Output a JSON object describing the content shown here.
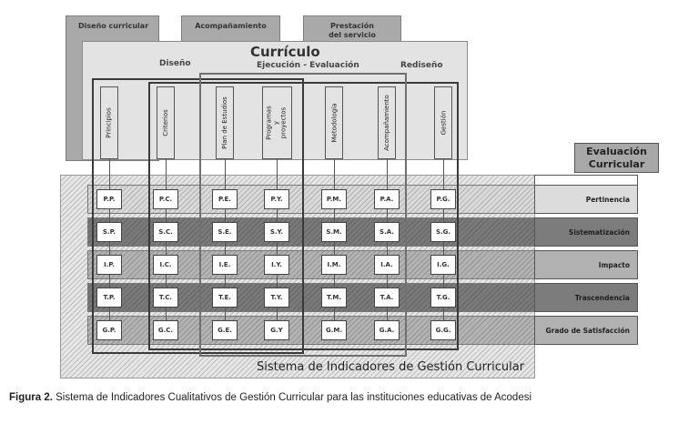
{
  "top_tabs": [
    {
      "label": "Diseño curricular"
    },
    {
      "label": "Acompañamiento"
    },
    {
      "label": "Prestación del servicio"
    }
  ],
  "curriculo": {
    "title": "Currículo",
    "phases": [
      "Diseño",
      "Ejecución - Evaluación",
      "Rediseño"
    ]
  },
  "components": [
    {
      "label": "Principios",
      "code": "P"
    },
    {
      "label": "Criterios",
      "code": "C"
    },
    {
      "label": "Plan de Estudios",
      "code": "E"
    },
    {
      "label": "Programas y proyectos",
      "code": "Y"
    },
    {
      "label": "Metodología",
      "code": "M"
    },
    {
      "label": "Acompañamiento",
      "code": "A"
    },
    {
      "label": "Gestión",
      "code": "G"
    }
  ],
  "evaluacion": {
    "title": "Evaluación Curricular"
  },
  "rows": [
    {
      "label": "Pertinencia",
      "tone": "light",
      "cells": [
        "P.P.",
        "P.C.",
        "P.E.",
        "P.Y.",
        "P.M.",
        "P.A.",
        "P.G."
      ]
    },
    {
      "label": "Sistematización",
      "tone": "dark",
      "cells": [
        "S.P.",
        "S.C.",
        "S.E.",
        "S.Y.",
        "S.M.",
        "S.A.",
        "S.G."
      ]
    },
    {
      "label": "Impacto",
      "tone": "mid",
      "cells": [
        "I.P.",
        "I.C.",
        "I.E.",
        "I.Y.",
        "I.M.",
        "I.A.",
        "I.G."
      ]
    },
    {
      "label": "Trascendencia",
      "tone": "dark",
      "cells": [
        "T.P.",
        "T.C.",
        "T.E.",
        "T.Y.",
        "T.M.",
        "T.A.",
        "T.G."
      ]
    },
    {
      "label": "Grado de Satisfacción",
      "tone": "mid",
      "cells": [
        "G.P.",
        "G.C.",
        "G.E.",
        "G.Y",
        "G.M.",
        "G.A.",
        "G.G."
      ]
    }
  ],
  "system_label": "Sistema de Indicadores de Gestión Curricular",
  "caption": {
    "prefix": "Figura 2.",
    "text": "Sistema de Indicadores Cualitativos de Gestión Curricular para las instituciones educativas de Acodesi"
  }
}
